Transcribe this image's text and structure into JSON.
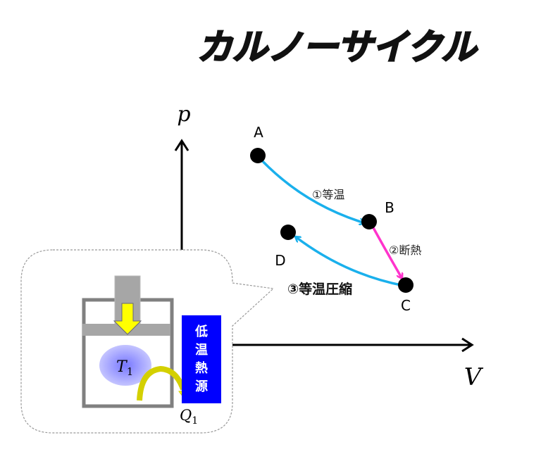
{
  "title": "カルノーサイクル",
  "axes": {
    "y_label": "p",
    "x_label": "V"
  },
  "points": {
    "a": "A",
    "b": "B",
    "c": "C",
    "d": "D"
  },
  "processes": {
    "step1": "①等温",
    "step2": "②断熱",
    "step3": "③等温圧縮"
  },
  "inset": {
    "temperature": "T",
    "temperature_sub": "1",
    "heat": "Q",
    "heat_sub": "1",
    "reservoir": [
      "低",
      "温",
      "熱",
      "源"
    ]
  },
  "colors": {
    "isothermal": "#1ab0ec",
    "adiabatic": "#ff33cc",
    "reservoir": "#0000ff",
    "arrow": "#ffff00",
    "gas": "#9999ff"
  }
}
